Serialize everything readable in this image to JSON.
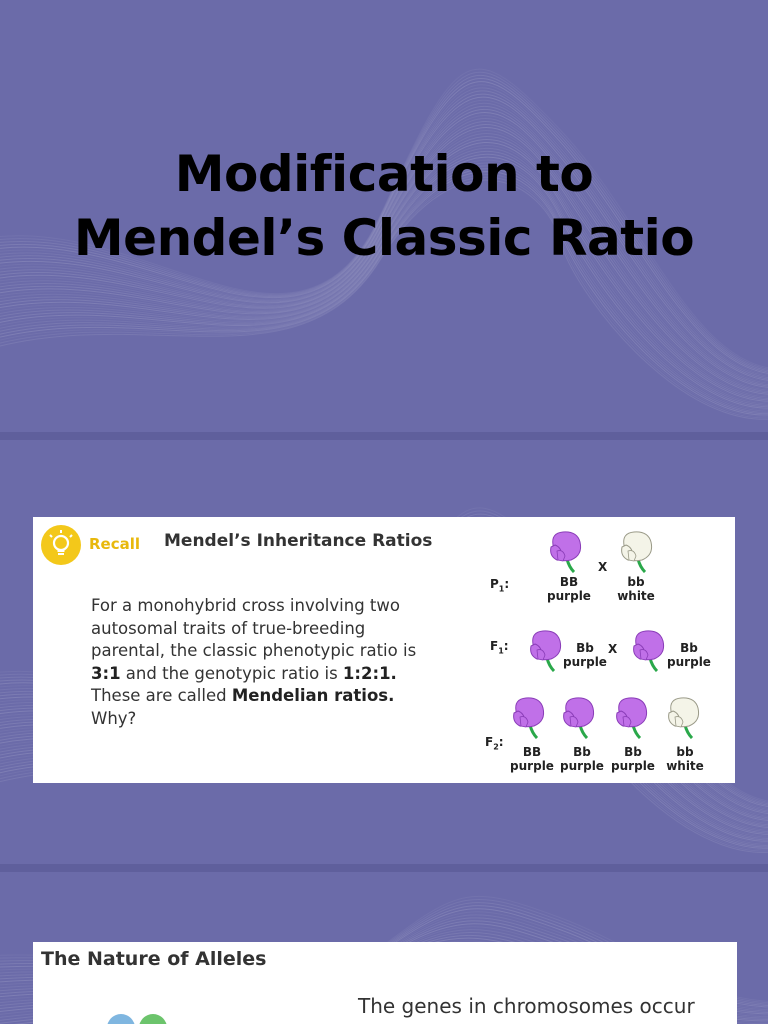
{
  "slide1": {
    "title_line1": "Modification to",
    "title_line2": "Mendel’s Classic Ratio"
  },
  "slide2": {
    "recall_label": "Recall",
    "card_title": "Mendel’s Inheritance Ratios",
    "body": {
      "t1": "For a monohybrid cross involving two autosomal traits of true-breeding parental, the classic phenotypic ratio is ",
      "b1": "3:1",
      "t2": " and the genotypic ratio is ",
      "b2": "1:2:1.",
      "t3": " These are called ",
      "b3": "Mendelian ratios.",
      "t4": " Why?"
    },
    "diagram": {
      "p1_label": "P",
      "p1_sub": "1",
      "f1_label": "F",
      "f1_sub": "1",
      "f2_label": "F",
      "f2_sub": "2",
      "cross": "X",
      "p1": [
        {
          "genotype": "BB",
          "phenotype": "purple"
        },
        {
          "genotype": "bb",
          "phenotype": "white"
        }
      ],
      "f1": [
        {
          "genotype": "Bb",
          "phenotype": "purple"
        },
        {
          "genotype": "Bb",
          "phenotype": "purple"
        }
      ],
      "f2": [
        {
          "genotype": "BB",
          "phenotype": "purple"
        },
        {
          "genotype": "Bb",
          "phenotype": "purple"
        },
        {
          "genotype": "Bb",
          "phenotype": "purple"
        },
        {
          "genotype": "bb",
          "phenotype": "white"
        }
      ]
    }
  },
  "slide3": {
    "card_title": "The Nature of Alleles",
    "text": "The genes in chromosomes occur"
  },
  "colors": {
    "background": "#6b6ba9",
    "purple_flower": "#c070e8",
    "white_flower": "#f4f4e8",
    "stem": "#2aa84a",
    "recall": "#e8b80c"
  }
}
